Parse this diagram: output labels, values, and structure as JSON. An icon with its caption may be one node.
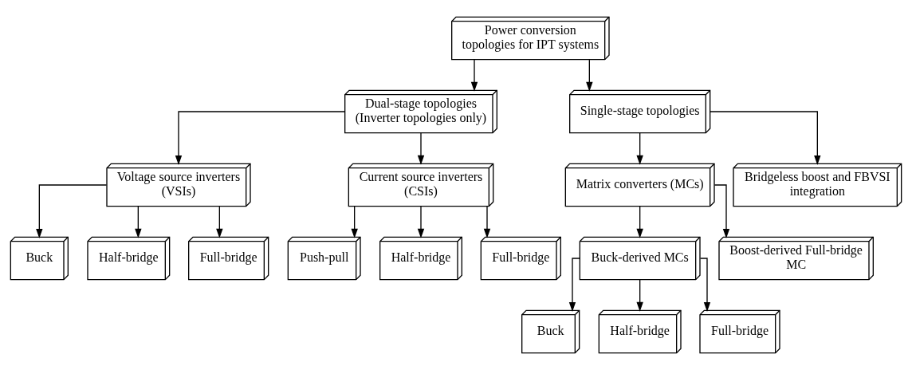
{
  "diagram": {
    "nodes": [
      {
        "text": [
          "Power conversion topologies for IPT systems"
        ]
      },
      {
        "text": [
          "Dual-stage topologies (Inverter topologies only)"
        ]
      },
      {
        "text": [
          "Single-stage topologies"
        ]
      },
      {
        "text": [
          "Voltage source inverters (VSIs)"
        ]
      },
      {
        "text": [
          "Current source inverters (CSIs)"
        ]
      },
      {
        "text": [
          "Matrix converters (MCs)"
        ]
      },
      {
        "text": [
          "Bridgeless boost and FBVSI integration"
        ]
      },
      {
        "text": [
          "Buck"
        ]
      },
      {
        "text": [
          "Half-bridge"
        ]
      },
      {
        "text": [
          "Full-bridge"
        ]
      },
      {
        "text": [
          "Push-pull"
        ]
      },
      {
        "text": [
          "Half-bridge"
        ]
      },
      {
        "text": [
          "Full-bridge"
        ]
      },
      {
        "text": [
          "Buck-derived MCs"
        ]
      },
      {
        "text": [
          "Boost-derived Full-bridge MC"
        ]
      },
      {
        "text": [
          "Buck"
        ]
      },
      {
        "text": [
          "Half-bridge"
        ]
      },
      {
        "text": [
          "Full-bridge"
        ]
      }
    ],
    "edges": [
      {
        "from": 0,
        "to": 1,
        "arrow": "to"
      },
      {
        "from": 0,
        "to": 2,
        "arrow": "to"
      },
      {
        "from": 1,
        "to": 3,
        "arrow": "to"
      },
      {
        "from": 1,
        "to": 4,
        "arrow": "to"
      },
      {
        "from": 2,
        "to": 5,
        "arrow": "to"
      },
      {
        "from": 2,
        "to": 6,
        "arrow": "to"
      },
      {
        "from": 3,
        "to": 7,
        "arrow": "to"
      },
      {
        "from": 3,
        "to": 8,
        "arrow": "to"
      },
      {
        "from": 3,
        "to": 9,
        "arrow": "to"
      },
      {
        "from": 4,
        "to": 10,
        "arrow": "to"
      },
      {
        "from": 4,
        "to": 11,
        "arrow": "to"
      },
      {
        "from": 4,
        "to": 12,
        "arrow": "to"
      },
      {
        "from": 5,
        "to": 13,
        "arrow": "to"
      },
      {
        "from": 5,
        "to": 14,
        "arrow": "to"
      },
      {
        "from": 13,
        "to": 15,
        "arrow": "to"
      },
      {
        "from": 13,
        "to": 16,
        "arrow": "to"
      },
      {
        "from": 13,
        "to": 17,
        "arrow": "to"
      }
    ]
  }
}
